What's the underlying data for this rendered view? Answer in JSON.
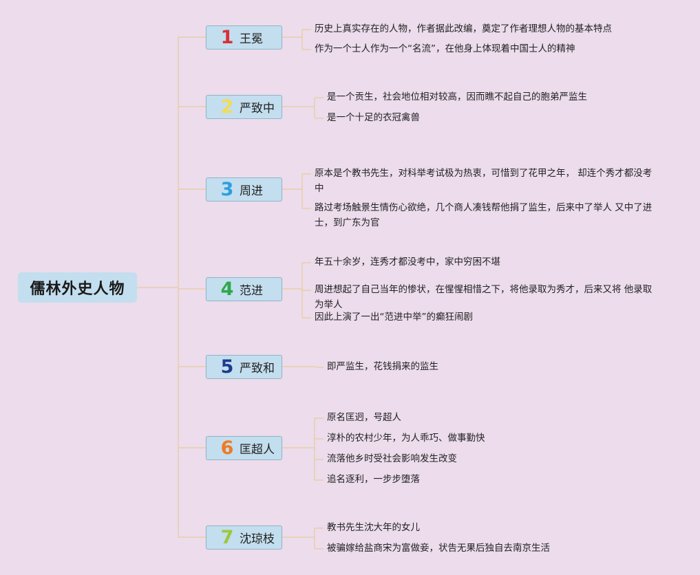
{
  "root": {
    "label": "儒林外史人物"
  },
  "colors": {
    "background": "#ecdcec",
    "node_fill": "#c3deee",
    "connector": "#e6cfa9"
  },
  "branches": [
    {
      "num": "1",
      "num_color": "#d93038",
      "name": "王冕",
      "items": [
        "历史上真实存在的人物，作者据此改编，奠定了作者理想人物的基本特点",
        "作为一个士人作为一个“名流”，在他身上体现着中国士人的精神"
      ]
    },
    {
      "num": "2",
      "num_color": "#f2dc55",
      "name": "严致中",
      "items": [
        "是一个贡生，社会地位相对较高，因而瞧不起自己的胞弟严监生",
        "是一个十足的衣冠禽兽"
      ]
    },
    {
      "num": "3",
      "num_color": "#2d9fe0",
      "name": "周进",
      "items": [
        "原本是个教书先生，对科举考试极为热衷，可惜到了花甲之年， 却连个秀才都没考中",
        "路过考场触景生情伤心欲绝，几个商人凑钱帮他捐了监生，后来中了举人 又中了进士，到广东为官"
      ]
    },
    {
      "num": "4",
      "num_color": "#2ea84a",
      "name": "范进",
      "items": [
        "年五十余岁，连秀才都没考中，家中穷困不堪",
        "周进想起了自己当年的惨状，在惺惺相惜之下，将他录取为秀才，后来又将 他录取为举人",
        "因此上演了一出“范进中举”的癫狂闹剧"
      ]
    },
    {
      "num": "5",
      "num_color": "#1c3c8c",
      "name": "严致和",
      "items": [
        "即严监生，花钱捐来的监生"
      ]
    },
    {
      "num": "6",
      "num_color": "#f07a22",
      "name": "匡超人",
      "items": [
        "原名匡迥，号超人",
        "淳朴的农村少年，为人乖巧、做事勤快",
        "流落他乡时受社会影响发生改变",
        "追名逐利，一步步堕落"
      ]
    },
    {
      "num": "7",
      "num_color": "#9cc83c",
      "name": "沈琼枝",
      "items": [
        "教书先生沈大年的女儿",
        "被骗嫁给盐商宋为富做妾，状告无果后独自去南京生活"
      ]
    }
  ]
}
